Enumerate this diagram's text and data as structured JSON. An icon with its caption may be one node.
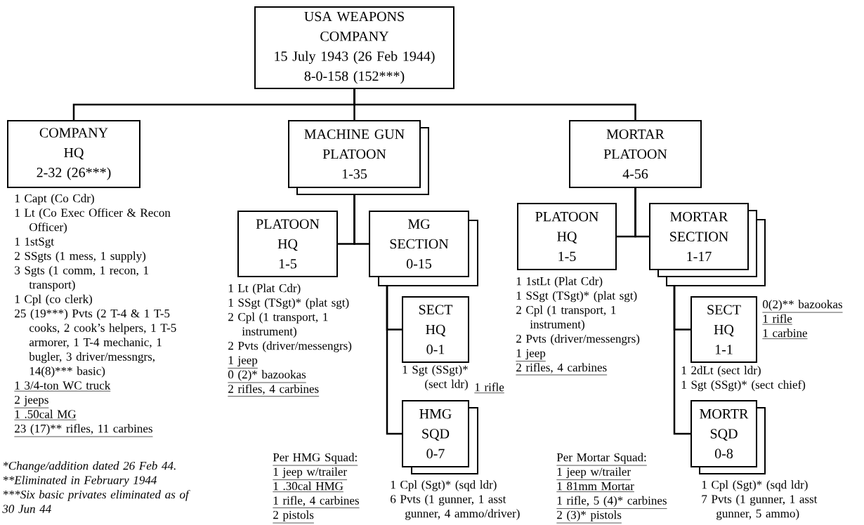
{
  "diagram": {
    "nodes": [
      {
        "text": [
          "USA WEAPONS COMPANY",
          "15 July 1943 (26 Feb 1944)",
          "8-0-158 (152***)"
        ]
      },
      {
        "text": [
          "COMPANY HQ",
          "2-32 (26***)"
        ],
        "beside": [
          "1 Capt (Co Cdr)",
          "1 Lt (Co Exec Officer & Recon Officer)",
          "1 1stSgt",
          "2 SSgts (1 mess, 1 supply)",
          "3 Sgts (1 comm, 1 recon, 1 transport)",
          "1 Cpl (co clerk)",
          "25 (19***) Pvts (2 T-4 & 1 T-5 cooks, 2 cook’s helpers, 1 T-5 armorer, 1 T-4 mechanic, 1 bugler, 3 driver/messngrs,",
          "14(8)*** basic)",
          "1 3/4-ton WC truck",
          "2 jeeps",
          "1 .50cal MG",
          "23 (17)** rifles, 11 carbines"
        ]
      },
      {
        "text": [
          "MACHINE GUN PLATOON",
          "1-35"
        ]
      },
      {
        "text": [
          "MORTAR PLATOON",
          "4-56"
        ]
      },
      {
        "text": [
          "PLATOON HQ",
          "1-5"
        ],
        "beside": [
          "1 Lt (Plat Cdr)",
          "1 SSgt (TSgt)* (plat sgt)",
          "2 Cpl (1 transport, 1 instrument)",
          "2 Pvts (driver/messengrs)",
          "1 jeep",
          "0 (2)* bazookas",
          "2 rifles, 4 carbines"
        ]
      },
      {
        "text": [
          "MG SECTION",
          "0-15"
        ]
      },
      {
        "text": [
          "SECT HQ",
          "0-1"
        ],
        "beside": [
          "1 Sgt (SSgt)* (sect ldr)",
          "1 rifle"
        ]
      },
      {
        "text": [
          "HMG SQD",
          "0-7"
        ],
        "beside": [
          "1 Cpl (Sgt)* (sqd ldr)",
          "6 Pvts (1 gunner, 1 asst gunner, 4 ammo/driver)"
        ]
      },
      {
        "text": [
          "PLATOON HQ",
          "1-5"
        ],
        "beside": [
          "1 1stLt (Plat Cdr)",
          "1 SSgt (TSgt)* (plat sgt)",
          "2 Cpl (1 transport, 1 instrument)",
          "2 Pvts (driver/messengrs)",
          "1 jeep",
          "2 rifles, 4 carbines"
        ]
      },
      {
        "text": [
          "MORTAR SECTION",
          "1-17"
        ]
      },
      {
        "text": [
          "SECT HQ",
          "1-1"
        ],
        "beside": [
          "0(2)** bazookas",
          "1 rifle",
          "1 carbine",
          "1 2dLt (sect ldr)",
          "1 Sgt (SSgt)* (sect chief)"
        ]
      },
      {
        "text": [
          "MORTR SQD",
          "0-8"
        ],
        "beside": [
          "1 Cpl (Sgt)* (sqd ldr)",
          "7 Pvts (1 gunner, 1 asst gunner, 5 ammo)"
        ]
      }
    ],
    "edges": [
      {
        "from": 0,
        "to": 1,
        "arrow": "none"
      },
      {
        "from": 0,
        "to": 2,
        "arrow": "none"
      },
      {
        "from": 0,
        "to": 3,
        "arrow": "none"
      },
      {
        "from": 2,
        "to": 4,
        "arrow": "none"
      },
      {
        "from": 2,
        "to": 5,
        "arrow": "none"
      },
      {
        "from": 3,
        "to": 8,
        "arrow": "none"
      },
      {
        "from": 3,
        "to": 9,
        "arrow": "none"
      },
      {
        "from": 5,
        "to": 6,
        "arrow": "none"
      },
      {
        "from": 5,
        "to": 7,
        "arrow": "none"
      },
      {
        "from": 9,
        "to": 10,
        "arrow": "none"
      },
      {
        "from": 9,
        "to": 11,
        "arrow": "none"
      }
    ],
    "labels": [
      "Per HMG Squad:",
      "1 jeep w/trailer",
      "1 .30cal HMG",
      "1 rifle, 4 carbines",
      "2 pistols",
      "Per Mortar Squad:",
      "1 jeep w/trailer",
      "1 81mm Mortar",
      "1 rifle, 5 (4)* carbines",
      "2 (3)* pistols",
      "*Change/addition dated 26 Feb 44.",
      "**Eliminated in February 1944",
      "***Six basic privates eliminated as of 30 Jun 44"
    ]
  }
}
